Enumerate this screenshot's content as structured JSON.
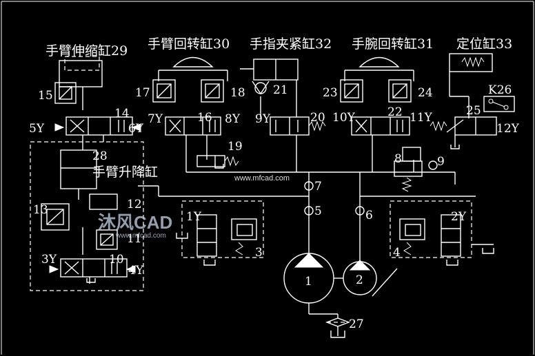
{
  "cylinders": {
    "arm_telescopic": "手臂伸缩缸29",
    "arm_rotate": "手臂回转缸30",
    "finger_clamp": "手指夹紧缸32",
    "wrist_rotate": "手腕回转缸31",
    "positioning": "定位缸33",
    "arm_lift": "手臂升降缸"
  },
  "numbers": {
    "n1": "1",
    "n2": "2",
    "n3": "3",
    "n4": "4",
    "n5": "5",
    "n6": "6",
    "n7": "7",
    "n8": "8",
    "n9": "9",
    "n10": "10",
    "n11": "11",
    "n12": "12",
    "n13": "13",
    "n14": "14",
    "n15": "15",
    "n16": "16",
    "n17": "17",
    "n18": "18",
    "n19": "19",
    "n20": "20",
    "n21": "21",
    "n22": "22",
    "n23": "23",
    "n24": "24",
    "n25": "25",
    "n27": "27",
    "n28": "28"
  },
  "solenoids": {
    "y1": "1Y",
    "y2": "2Y",
    "y3": "3Y",
    "y4": "4Y",
    "y5": "5Y",
    "y6": "6Y",
    "y7": "7Y",
    "y8": "8Y",
    "y9": "9Y",
    "y10": "10Y",
    "y11": "11Y",
    "y12": "12Y"
  },
  "switch": {
    "k26": "K26"
  },
  "watermark": {
    "brand": "沐风CAD",
    "site": "www.mfcad.com",
    "site_top": "www.mfcad.com"
  },
  "colors": {
    "background": "#000000",
    "line": "#ffffff"
  }
}
